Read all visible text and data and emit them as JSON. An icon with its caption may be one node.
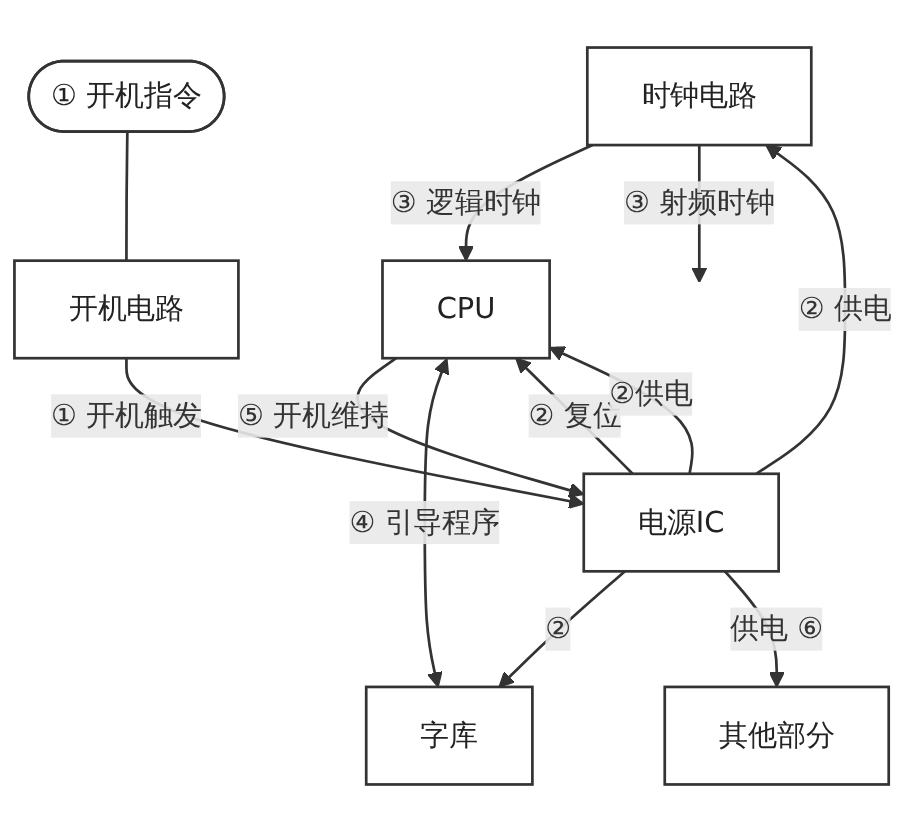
{
  "diagram": {
    "nodes": [
      {
        "text": [
          "时钟电路"
        ]
      },
      {
        "text": [
          "CPU"
        ]
      },
      {
        "text": [
          "电源IC"
        ]
      },
      {
        "text": [
          "其他部分"
        ]
      },
      {
        "text": [
          "字库"
        ]
      },
      {
        "text": [
          "开机电路"
        ]
      },
      {
        "text": [
          "① 开机指令"
        ]
      }
    ],
    "edges": [
      {
        "from": 0,
        "to": 1,
        "arrow": "to",
        "label": "③ 逻辑时钟"
      },
      {
        "from": 0,
        "to": null,
        "arrow": "to",
        "label": "③ 射频时钟"
      },
      {
        "from": 2,
        "to": 0,
        "arrow": "to",
        "label": "② 供电"
      },
      {
        "from": 1,
        "to": 2,
        "arrow": "to",
        "label": "⑤ 开机维持"
      },
      {
        "from": 2,
        "to": 1,
        "arrow": "to",
        "label": "② 复位"
      },
      {
        "from": 2,
        "to": 1,
        "arrow": "to",
        "label": "②供电"
      },
      {
        "from": 2,
        "to": 4,
        "arrow": "to",
        "label": "②"
      },
      {
        "from": 1,
        "to": 4,
        "arrow": "both",
        "label": "④ 引导程序"
      },
      {
        "from": 2,
        "to": 3,
        "arrow": "to",
        "label": "供电 ⑥"
      },
      {
        "from": 5,
        "to": 2,
        "arrow": "to",
        "label": "① 开机触发"
      },
      {
        "from": 6,
        "to": 5,
        "arrow": "none"
      }
    ]
  }
}
